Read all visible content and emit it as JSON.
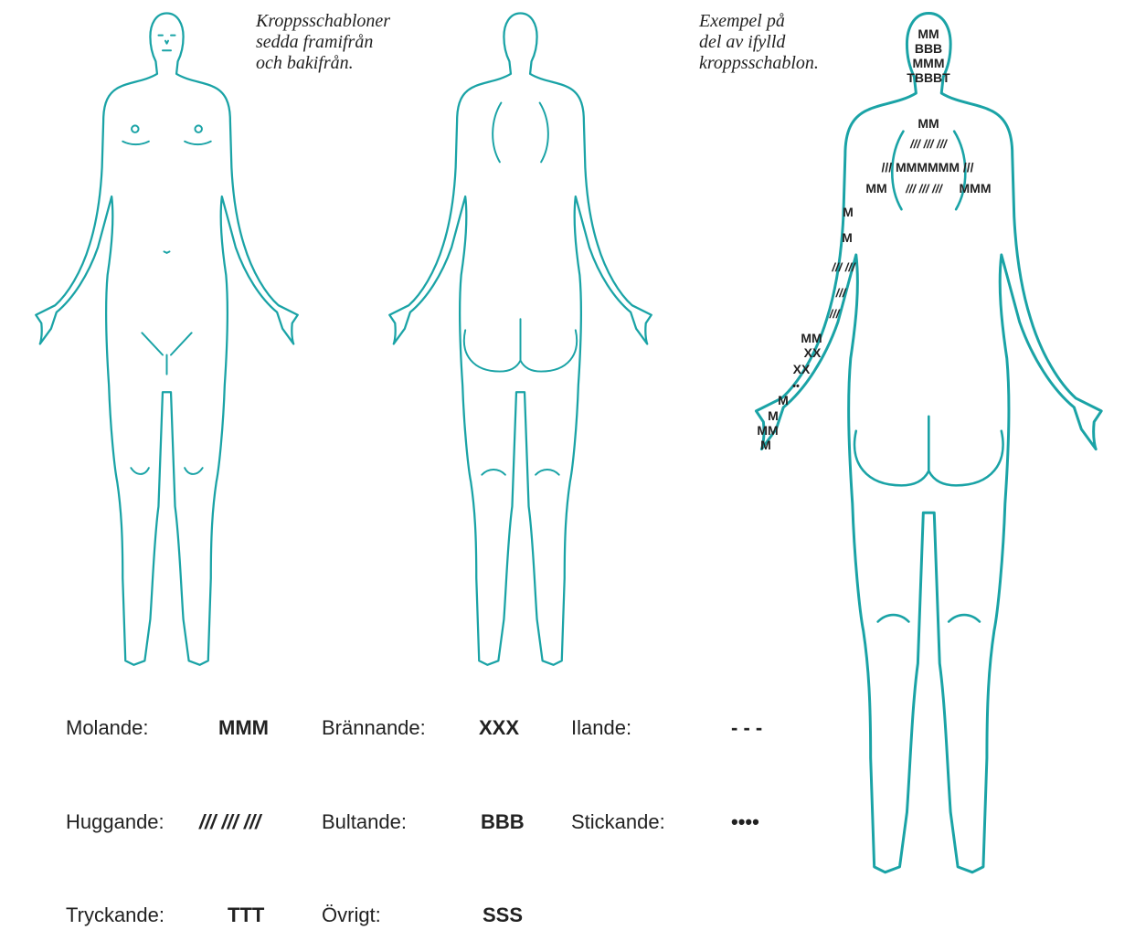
{
  "captions": {
    "templates": "Kroppsschabloner\nsedda framifrån\noch bakifrån.",
    "example": "Exempel på\ndel av ifylld\nkroppsschablon."
  },
  "legend": [
    {
      "label": "Molande:",
      "symbol": "MMM"
    },
    {
      "label": "Brännande:",
      "symbol": "XXX"
    },
    {
      "label": "Ilande:",
      "symbol": "- - -"
    },
    {
      "label": "Huggande:",
      "symbol": "/// /// ///"
    },
    {
      "label": "Bultande:",
      "symbol": "BBB"
    },
    {
      "label": "Stickande:",
      "symbol": "••••"
    },
    {
      "label": "Tryckande:",
      "symbol": "TTT"
    },
    {
      "label": "Övrigt:",
      "symbol": "SSS"
    }
  ],
  "example_marks": {
    "head": [
      "MM",
      "BBB",
      "MMM",
      "TBBBT"
    ],
    "neck": [
      "MM",
      "/// /// ///"
    ],
    "shoulders": [
      "/// MMMMMM ///",
      "MM",
      "/// /// ///",
      "MMM"
    ],
    "arm": [
      "M",
      "M",
      "/// ///",
      "///",
      "///",
      "MM",
      "XX",
      "XX",
      "••",
      "M",
      "M",
      "MM",
      "M"
    ]
  },
  "colors": {
    "outline": "#1aa3a6",
    "text": "#222222",
    "background": "#ffffff"
  }
}
